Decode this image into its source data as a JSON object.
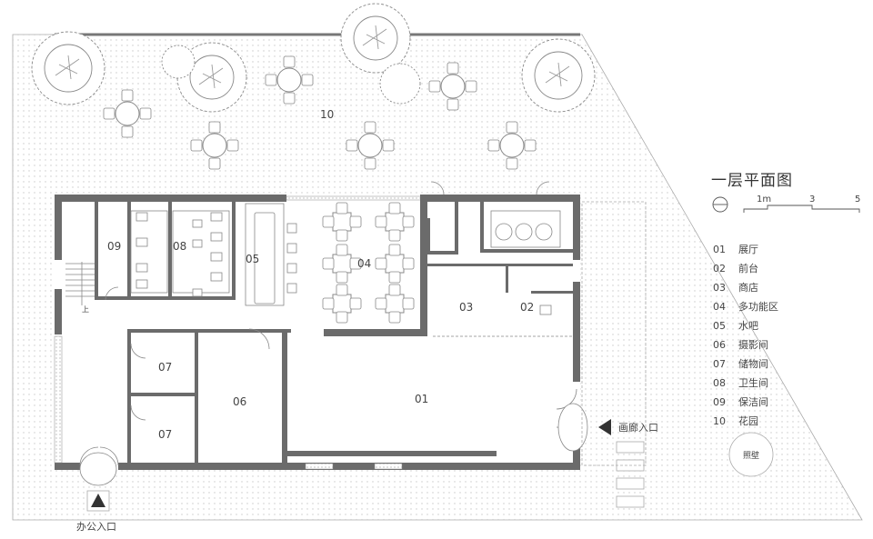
{
  "plan": {
    "title": "一层平面图",
    "scale": {
      "labels": [
        "1m",
        "3",
        "5"
      ]
    },
    "north_mark": "",
    "rooms": [
      {
        "code": "01",
        "name": "展厅"
      },
      {
        "code": "02",
        "name": "前台"
      },
      {
        "code": "03",
        "name": "商店"
      },
      {
        "code": "04",
        "name": "多功能区"
      },
      {
        "code": "05",
        "name": "水吧"
      },
      {
        "code": "06",
        "name": "摄影间"
      },
      {
        "code": "07",
        "name": "储物间"
      },
      {
        "code": "08",
        "name": "卫生间"
      },
      {
        "code": "09",
        "name": "保洁间"
      },
      {
        "code": "10",
        "name": "花园"
      }
    ],
    "room_tags": {
      "r01": "01",
      "r02": "02",
      "r03": "03",
      "r04": "04",
      "r05": "05",
      "r06": "06",
      "r07a": "07",
      "r07b": "07",
      "r08": "08",
      "r09": "09",
      "r10": "10"
    },
    "entrances": {
      "gallery": "画廊入口",
      "office": "办公入口"
    },
    "stair_label": "上",
    "screen_wall": "照壁",
    "colors": {
      "wall": "#6b6b6b",
      "dots": "#d9d9d9",
      "line": "#777777"
    }
  }
}
